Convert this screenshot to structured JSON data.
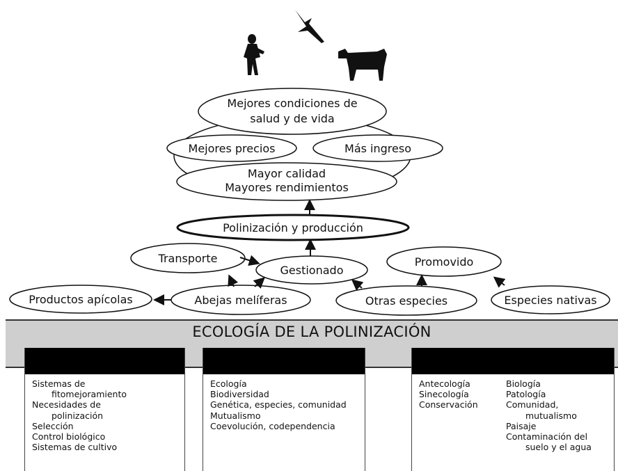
{
  "nodes": {
    "salud_line1": "Mejores condiciones de",
    "salud_line2": "salud y de vida",
    "precios": "Mejores precios",
    "ingreso": "Más ingreso",
    "calidad_line1": "Mayor calidad",
    "calidad_line2": "Mayores rendimientos",
    "polinizacion": "Polinización y producción",
    "transporte": "Transporte",
    "gestionado": "Gestionado",
    "promovido": "Promovido",
    "productos": "Productos apícolas",
    "abejas": "Abejas melíferas",
    "otras": "Otras especies",
    "nativas": "Especies nativas"
  },
  "band_title": "ECOLOGÍA DE LA POLINIZACIÓN",
  "columns": {
    "left": [
      "Sistemas de",
      "fitomejoramiento",
      "Necesidades de",
      "polinización",
      "Selección",
      "Control biológico",
      "Sistemas de cultivo"
    ],
    "middle": [
      "Ecología",
      "Biodiversidad",
      "Genética, especies, comunidad",
      "Mutualismo",
      "Coevolución, codependencia"
    ],
    "right_a": [
      "Antecología",
      "Sinecología",
      "Conservación"
    ],
    "right_b": [
      "Biología",
      "Patología",
      "Comunidad,",
      "mutualismo",
      "Paisaje",
      "Contaminación del",
      "suelo y el agua"
    ]
  },
  "icons": [
    "person-icon",
    "bird-icon",
    "cow-icon"
  ]
}
